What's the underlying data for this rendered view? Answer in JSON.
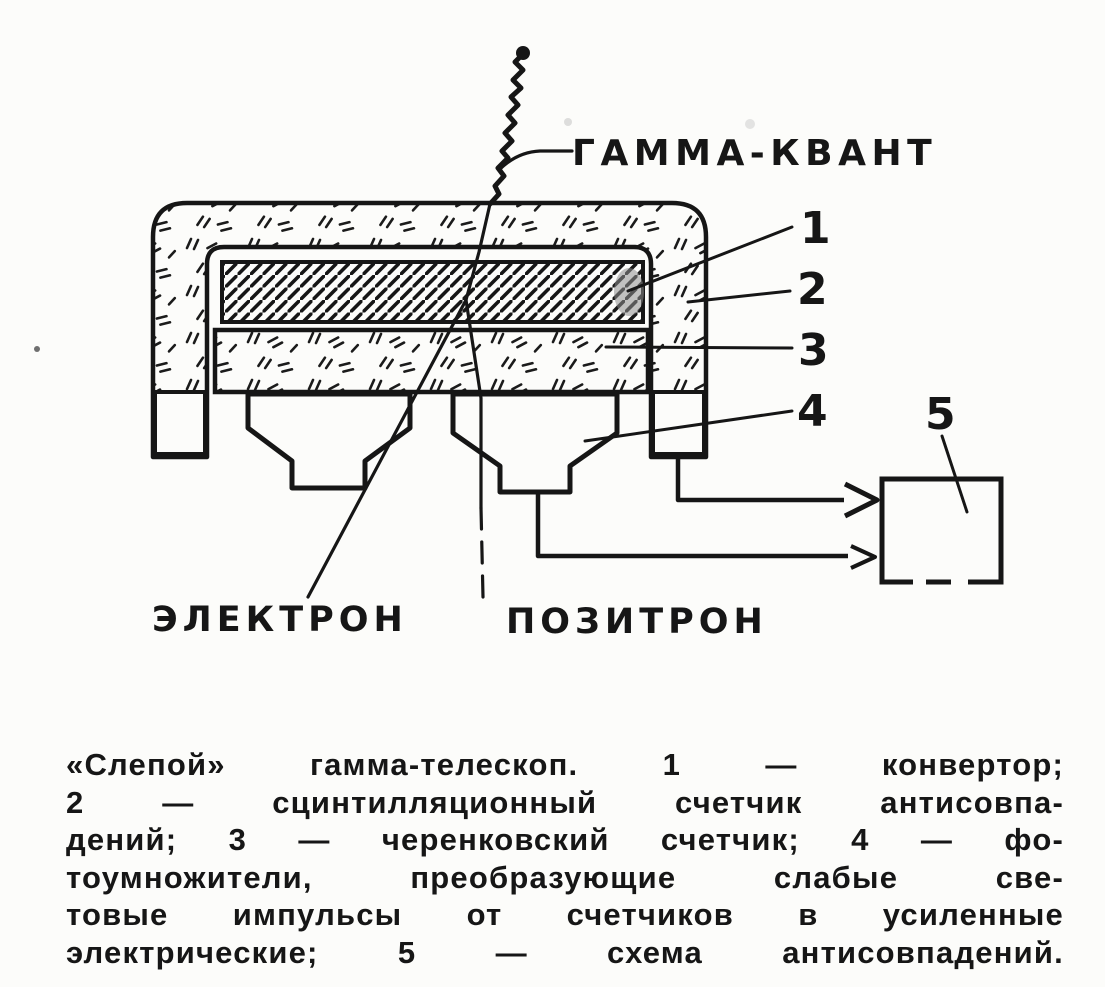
{
  "colors": {
    "ink": "#161616",
    "paper": "#fcfcfa"
  },
  "figure": {
    "labels": {
      "gamma": "ГАММА-КВАНТ",
      "electron": "ЭЛЕКТРОН",
      "positron": "ПОЗИТРОН"
    },
    "callouts": {
      "n1": "1",
      "n2": "2",
      "n3": "3",
      "n4": "4",
      "n5": "5"
    }
  },
  "caption": {
    "lines": [
      "«Слепой» гамма-телескоп. 1 — конвертор;",
      "2 — сцинтилляционный счетчик антисовпа-",
      "дений; 3 — черенковский счетчик; 4 — фо-",
      "тоумножители, преобразующие слабые све-",
      "товые импульсы от счетчиков в усиленные",
      "электрические; 5 — схема антисовпадений."
    ],
    "full_text": "«Слепой» гамма-телескоп. 1 — конвертор; 2 — сцинтилляционный счетчик антисовпадений; 3 — черенковский счетчик; 4 — фотоумножители, преобразующие слабые световые импульсы от счетчиков в усиленные электрические; 5 — схема антисовпадений."
  }
}
